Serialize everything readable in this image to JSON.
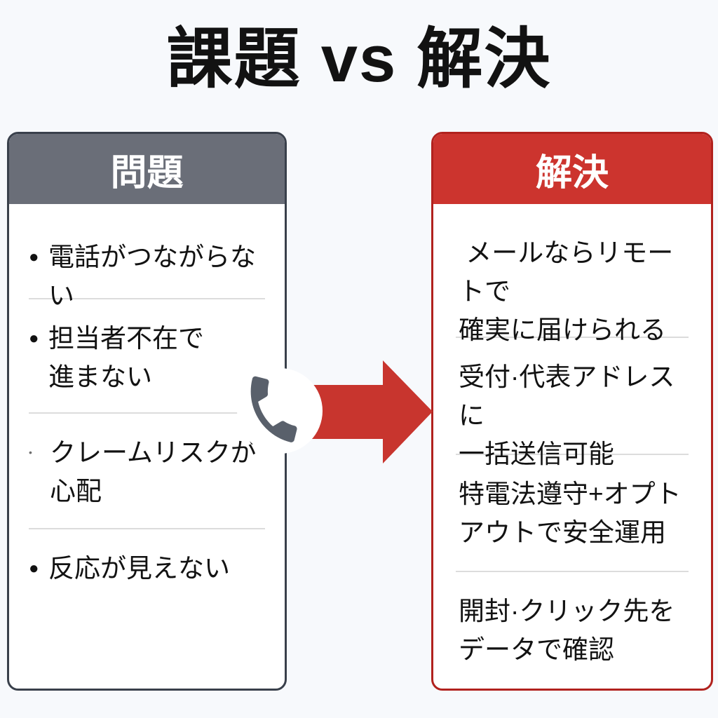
{
  "title": "課題 vs 解決",
  "left_panel": {
    "header": "問題",
    "items": [
      {
        "bullet": "●",
        "lines": [
          "電話がつながらない"
        ]
      },
      {
        "bullet": "●",
        "lines": [
          "担当者不在で",
          "進まない"
        ]
      },
      {
        "bullet": "•",
        "lines": [
          "クレームリスクが",
          "心配"
        ]
      },
      {
        "bullet": "●",
        "lines": [
          "反応が見えない"
        ]
      }
    ]
  },
  "right_panel": {
    "header": "解決",
    "items": [
      {
        "lines": [
          " メールならリモートで",
          "確実に届けられる"
        ]
      },
      {
        "lines": [
          "受付·代表アドレスに",
          "一括送信可能"
        ]
      },
      {
        "lines": [
          "特電法遵守+オプト",
          "アウトで安全運用"
        ]
      },
      {
        "lines": [
          "開封·クリック先を",
          "データで確認"
        ]
      }
    ]
  },
  "icons": {
    "phone": "phone-handset-icon",
    "arrow": "arrow-right-icon"
  },
  "colors": {
    "page-bg": "#F7F9FC",
    "panel-bg": "#FFFFFF",
    "gray-header": "#6A6E78",
    "dark-border": "#39404B",
    "red-header": "#CC342E",
    "red-border": "#B1221E",
    "arrow-red": "#C8352E",
    "phone-gray": "#59606B",
    "divider": "#DCDCDC",
    "text": "#121212",
    "header-text": "#FFFFFF"
  }
}
